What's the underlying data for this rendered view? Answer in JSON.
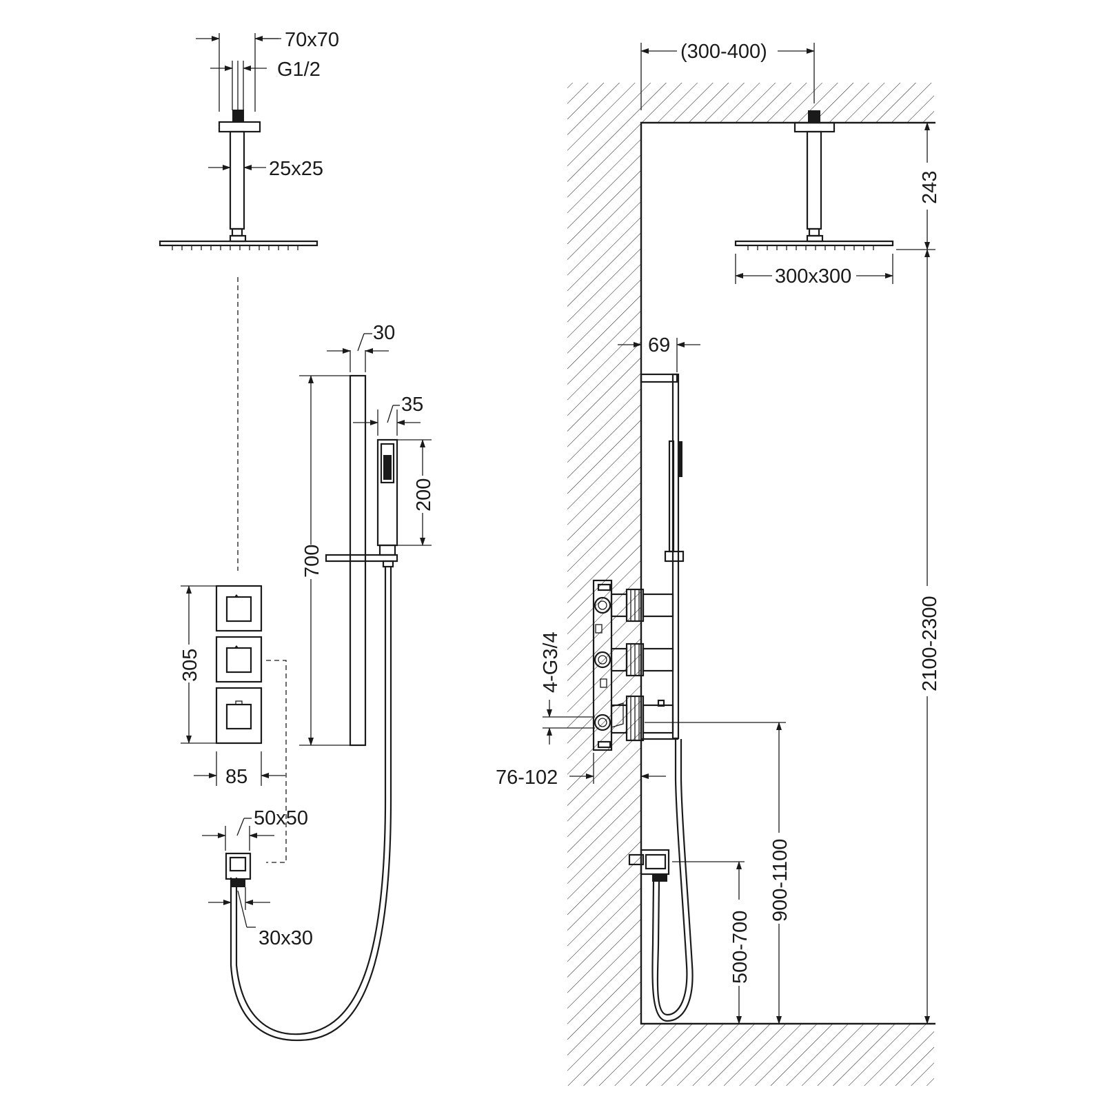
{
  "colors": {
    "line": "#1a1a1a",
    "background": "#ffffff"
  },
  "dimensions": {
    "head_flange": "70x70",
    "thread": "G1/2",
    "arm_section": "25x25",
    "rail_width": "30",
    "handshower_width": "35",
    "handshower_length": "200",
    "rail_length": "700",
    "panel_height": "305",
    "panel_width": "85",
    "outlet_size": "50x50",
    "outlet_nipple": "30x30",
    "wall_to_head": "(300-400)",
    "arm_drop": "243",
    "head_size": "300x300",
    "panel_depth": "69",
    "inlets": "4-G3/4",
    "valve_depth": "76-102",
    "valve_height": "900-1100",
    "outlet_height": "500-700",
    "ceiling_height": "2100-2300"
  }
}
